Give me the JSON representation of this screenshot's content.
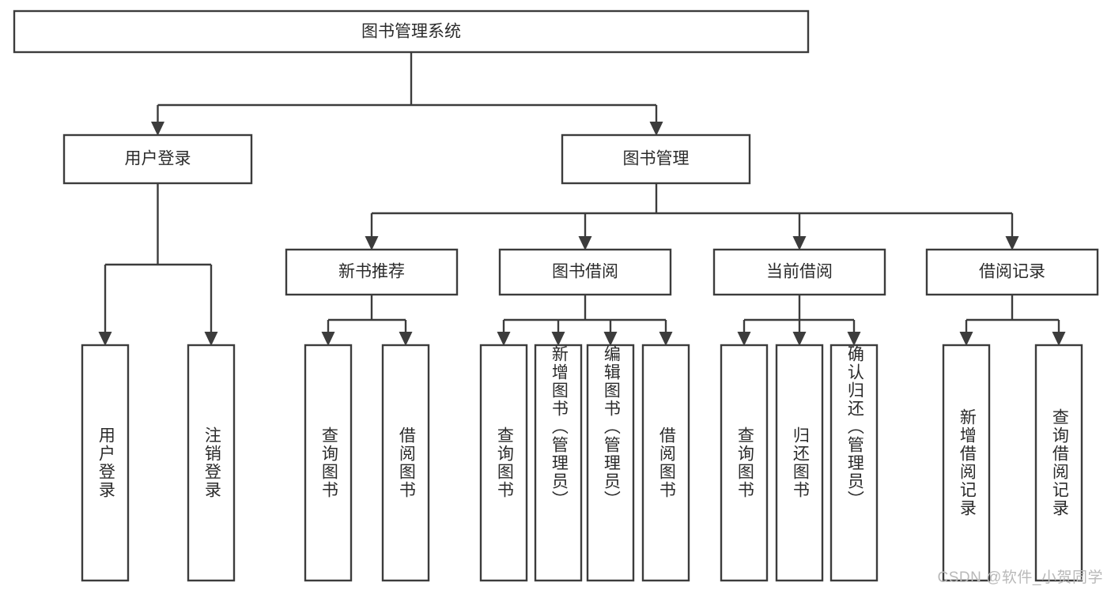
{
  "diagram": {
    "title": "图书管理系统",
    "type": "hierarchy-tree",
    "orientation": "top-down",
    "colors": {
      "stroke": "#3c3c3c",
      "fill": "#ffffff",
      "text": "#2b2b2b",
      "watermark": "#b9b9b9",
      "background": "#ffffff"
    },
    "root": {
      "label": "图书管理系统"
    },
    "level2": [
      {
        "label": "用户登录"
      },
      {
        "label": "图书管理"
      }
    ],
    "level3": [
      {
        "label": "新书推荐"
      },
      {
        "label": "图书借阅"
      },
      {
        "label": "当前借阅"
      },
      {
        "label": "借阅记录"
      }
    ],
    "leaves": {
      "user_login": [
        {
          "label": "用户登录"
        },
        {
          "label": "注销登录"
        }
      ],
      "new_book_recommend": [
        {
          "label": "查询图书"
        },
        {
          "label": "借阅图书"
        }
      ],
      "book_borrow": [
        {
          "label": "查询图书"
        },
        {
          "label": "新增图书（管理员）"
        },
        {
          "label": "编辑图书（管理员）"
        },
        {
          "label": "借阅图书"
        }
      ],
      "current_borrow": [
        {
          "label": "查询图书"
        },
        {
          "label": "归还图书"
        },
        {
          "label": "确认归还（管理员）"
        }
      ],
      "borrow_record": [
        {
          "label": "新增借阅记录"
        },
        {
          "label": "查询借阅记录"
        }
      ]
    }
  },
  "watermark": {
    "text": "CSDN @软件_小贺同学"
  }
}
